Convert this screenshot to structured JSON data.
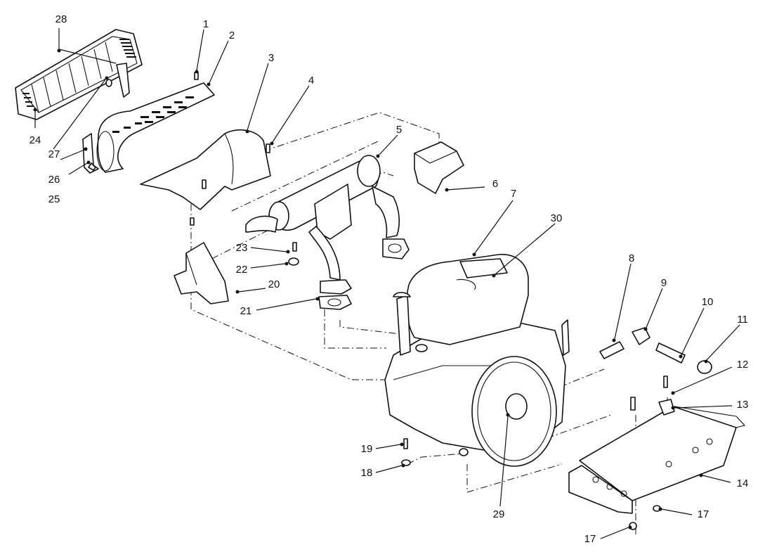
{
  "callouts": [
    {
      "id": "1",
      "label": "1"
    },
    {
      "id": "2",
      "label": "2"
    },
    {
      "id": "3",
      "label": "3"
    },
    {
      "id": "4",
      "label": "4"
    },
    {
      "id": "5",
      "label": "5"
    },
    {
      "id": "6",
      "label": "6"
    },
    {
      "id": "7",
      "label": "7"
    },
    {
      "id": "8",
      "label": "8"
    },
    {
      "id": "9",
      "label": "9"
    },
    {
      "id": "10",
      "label": "10"
    },
    {
      "id": "11",
      "label": "11"
    },
    {
      "id": "12",
      "label": "12"
    },
    {
      "id": "13",
      "label": "13"
    },
    {
      "id": "14",
      "label": "14"
    },
    {
      "id": "17a",
      "label": "17"
    },
    {
      "id": "17b",
      "label": "17"
    },
    {
      "id": "18",
      "label": "18"
    },
    {
      "id": "19",
      "label": "19"
    },
    {
      "id": "20",
      "label": "20"
    },
    {
      "id": "21",
      "label": "21"
    },
    {
      "id": "22",
      "label": "22"
    },
    {
      "id": "23",
      "label": "23"
    },
    {
      "id": "24",
      "label": "24"
    },
    {
      "id": "25",
      "label": "25"
    },
    {
      "id": "26",
      "label": "26"
    },
    {
      "id": "27",
      "label": "27"
    },
    {
      "id": "28",
      "label": "28"
    },
    {
      "id": "29",
      "label": "29"
    },
    {
      "id": "30",
      "label": "30"
    }
  ]
}
